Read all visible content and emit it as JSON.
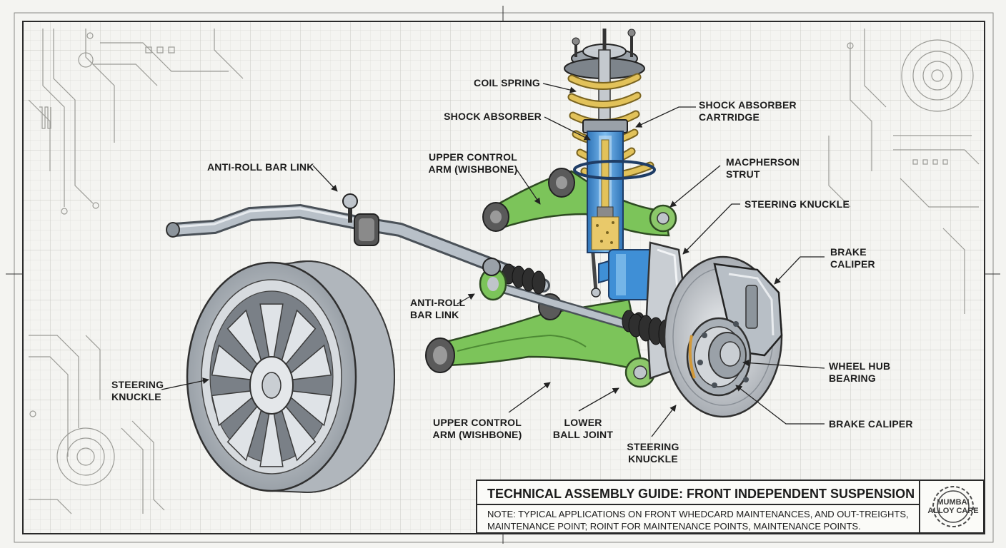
{
  "callouts": {
    "coil_spring": "COIL SPRING",
    "shock_absorber": "SHOCK ABSORBER",
    "shock_cartridge": "SHOCK ABSORBER\nCARTRIDGE",
    "upper_arm_top": "UPPER CONTROL\nARM (WISHBONE)",
    "antiroll_link_top": "ANTI-ROLL BAR LINK",
    "macpherson": "MACPHERSON\nSTRUT",
    "steering_knuckle_top": "STEERING KNUCKLE",
    "brake_caliper_top": "BRAKE\nCALIPER",
    "antiroll_link_mid": "ANTI-ROLL\nBAR LINK",
    "wheel_hub": "WHEEL HUB\nBEARING",
    "steering_knuckle_left": "STEERING\nKNUCKLE",
    "brake_caliper_bottom": "BRAKE CALIPER",
    "upper_arm_bottom": "UPPER CONTROL\nARM (WISHBONE)",
    "lower_ball_joint": "LOWER\nBALL JOINT",
    "steering_knuckle_bottom": "STEERING\nKNUCKLE"
  },
  "title_block": {
    "title": "TECHNICAL ASSEMBLY GUIDE: FRONT INDEPENDENT SUSPENSION",
    "note": "NOTE:  TYPICAL APPLICATIONS ON FRONT WHEDCARD MAINTENANCES, AND OUT-TREIGHTS,\n           MAINTENANCE POINT; ROINT FOR MAINTENANCE POINTS, MAINTENANCE POINTS.",
    "logo": "MUMBAI\nALLOY CARE"
  },
  "colors": {
    "arm_green": "#7cc45a",
    "spring_yellow": "#e2c25a",
    "shock_blue": "#3f8fd6",
    "metal": "#b9bec4",
    "ink": "#2a2a2a"
  }
}
